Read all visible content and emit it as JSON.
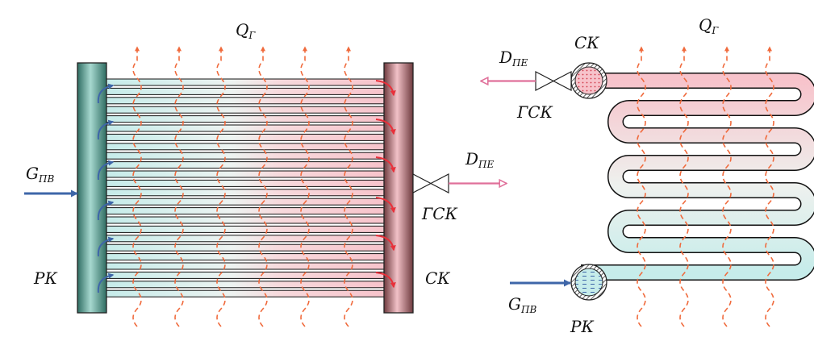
{
  "left": {
    "heat_label": "Q",
    "heat_sub": "Г",
    "feed_label": "G",
    "feed_sub": "ПВ",
    "outlet_label": "D",
    "outlet_sub": "ПЕ",
    "valve_label": "ГСК",
    "inlet_header_label": "РК",
    "outlet_header_label": "СК"
  },
  "right": {
    "heat_label": "Q",
    "heat_sub": "Г",
    "feed_label": "G",
    "feed_sub": "ПВ",
    "outlet_label": "D",
    "outlet_sub": "ПЕ",
    "valve_label": "ГСК",
    "outlet_drum_label": "СК",
    "inlet_drum_label": "РК"
  },
  "colors": {
    "cold": "#c6ecea",
    "hot": "#f7c3cb",
    "feed_arrow": "#3e66a8",
    "steam_arrow": "#e0709a",
    "heat_arrow": "#f06a3c",
    "hot_flow": "#e8303a",
    "cold_flow": "#3e66a8"
  }
}
